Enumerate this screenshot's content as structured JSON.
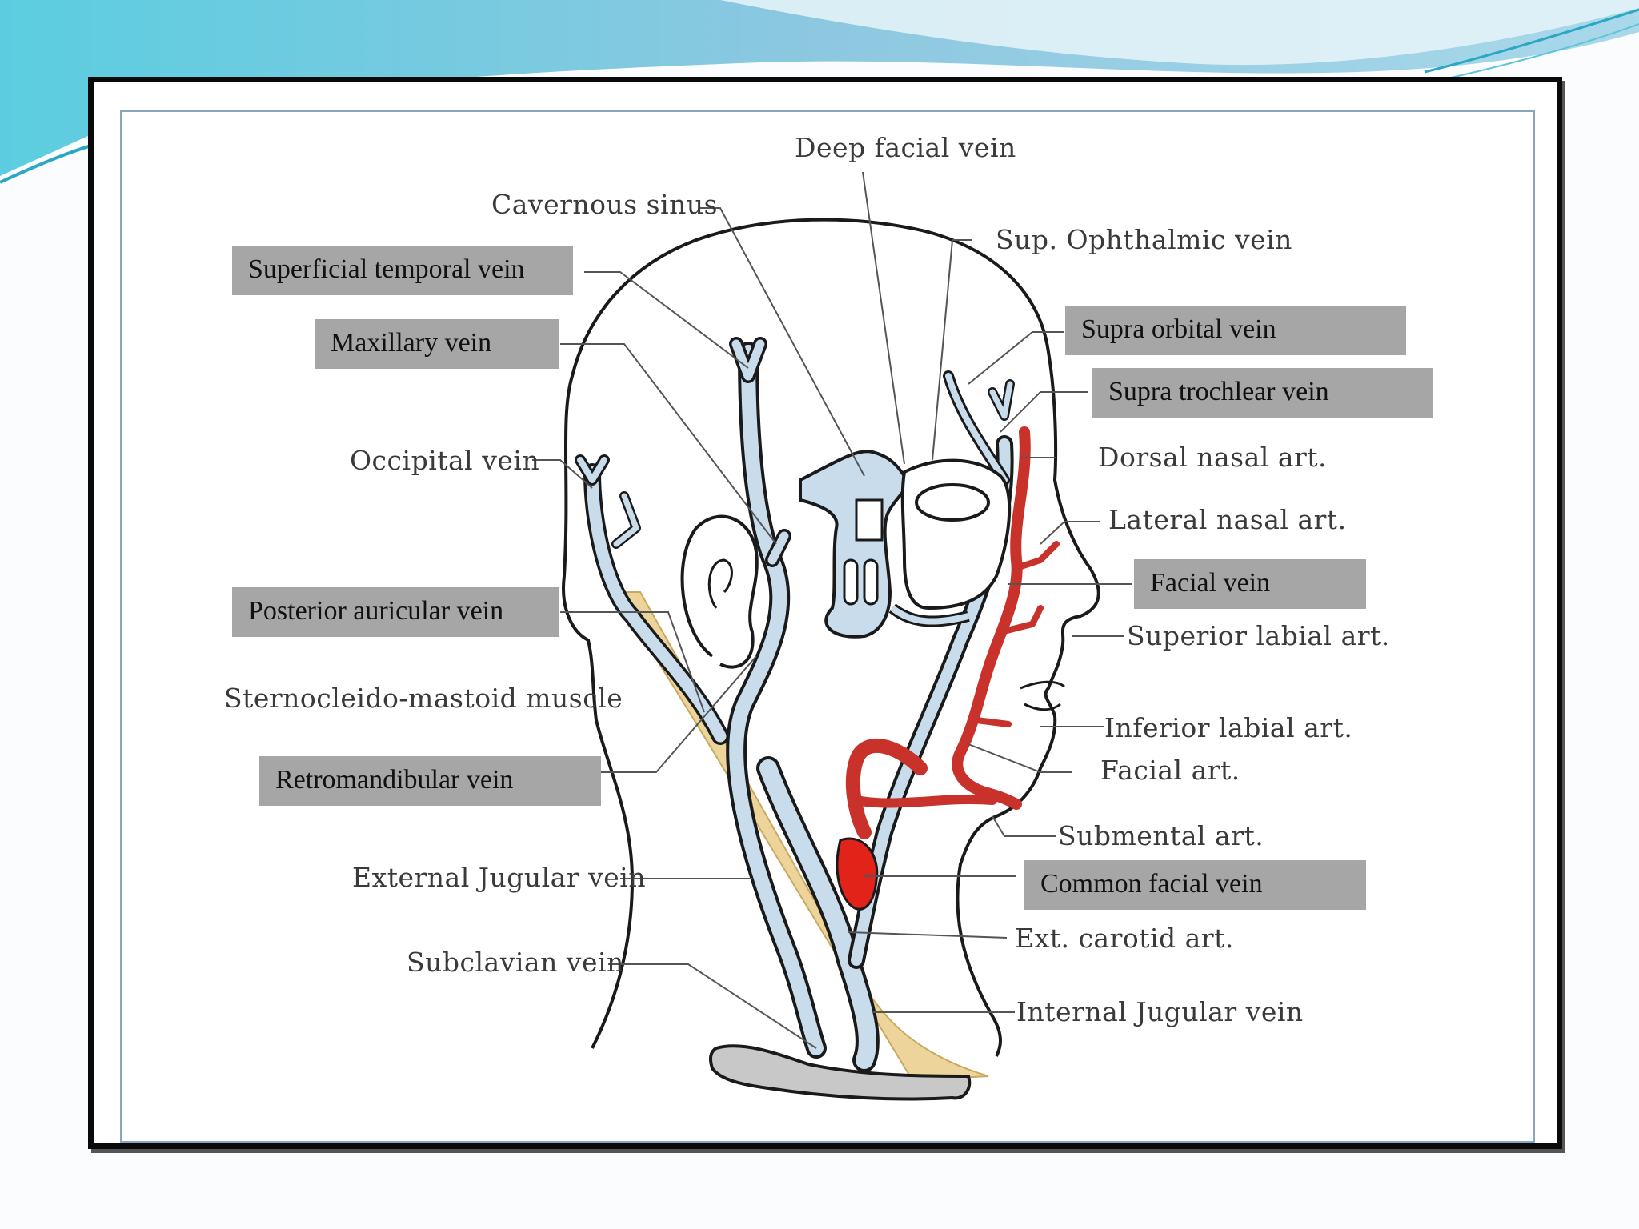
{
  "diagram": {
    "type": "anatomical-illustration",
    "colors": {
      "vein": "#c9dceb",
      "vein_outline": "#2a2a2a",
      "artery": "#c8322a",
      "muscle": "#ecd49a",
      "clavicle": "#c8c8c8",
      "overlay_box": "#a6a6a6",
      "teal_accent": "#4fc6dc"
    },
    "printed_labels": {
      "deep_facial_vein": "Deep facial vein",
      "cavernous_sinus": "Cavernous sinus",
      "sup_ophthalmic_vein": "Sup. Ophthalmic vein",
      "occipital_vein": "Occipital vein",
      "dorsal_nasal_art": "Dorsal nasal art.",
      "lateral_nasal_art": "Lateral nasal art.",
      "superior_labial_art": "Superior labial art.",
      "sternocleido_mastoid_muscle": "Sternocleido-mastoid muscle",
      "inferior_labial_art": "Inferior labial art.",
      "facial_art": "Facial art.",
      "submental_art": "Submental art.",
      "external_jugular_vein": "External Jugular vein",
      "ext_carotid_art": "Ext. carotid art.",
      "subclavian_vein": "Subclavian vein",
      "internal_jugular_vein": "Internal Jugular vein"
    },
    "boxed_labels": {
      "superficial_temporal_vein": "Superficial temporal vein",
      "maxillary_vein": "Maxillary vein",
      "supra_orbital_vein": "Supra orbital vein",
      "supra_trochlear_vein": "Supra trochlear vein",
      "facial_vein": "Facial vein",
      "posterior_auricular_vein": "Posterior auricular vein",
      "retromandibular_vein": "Retromandibular vein",
      "common_facial_vein": "Common facial vein"
    }
  }
}
